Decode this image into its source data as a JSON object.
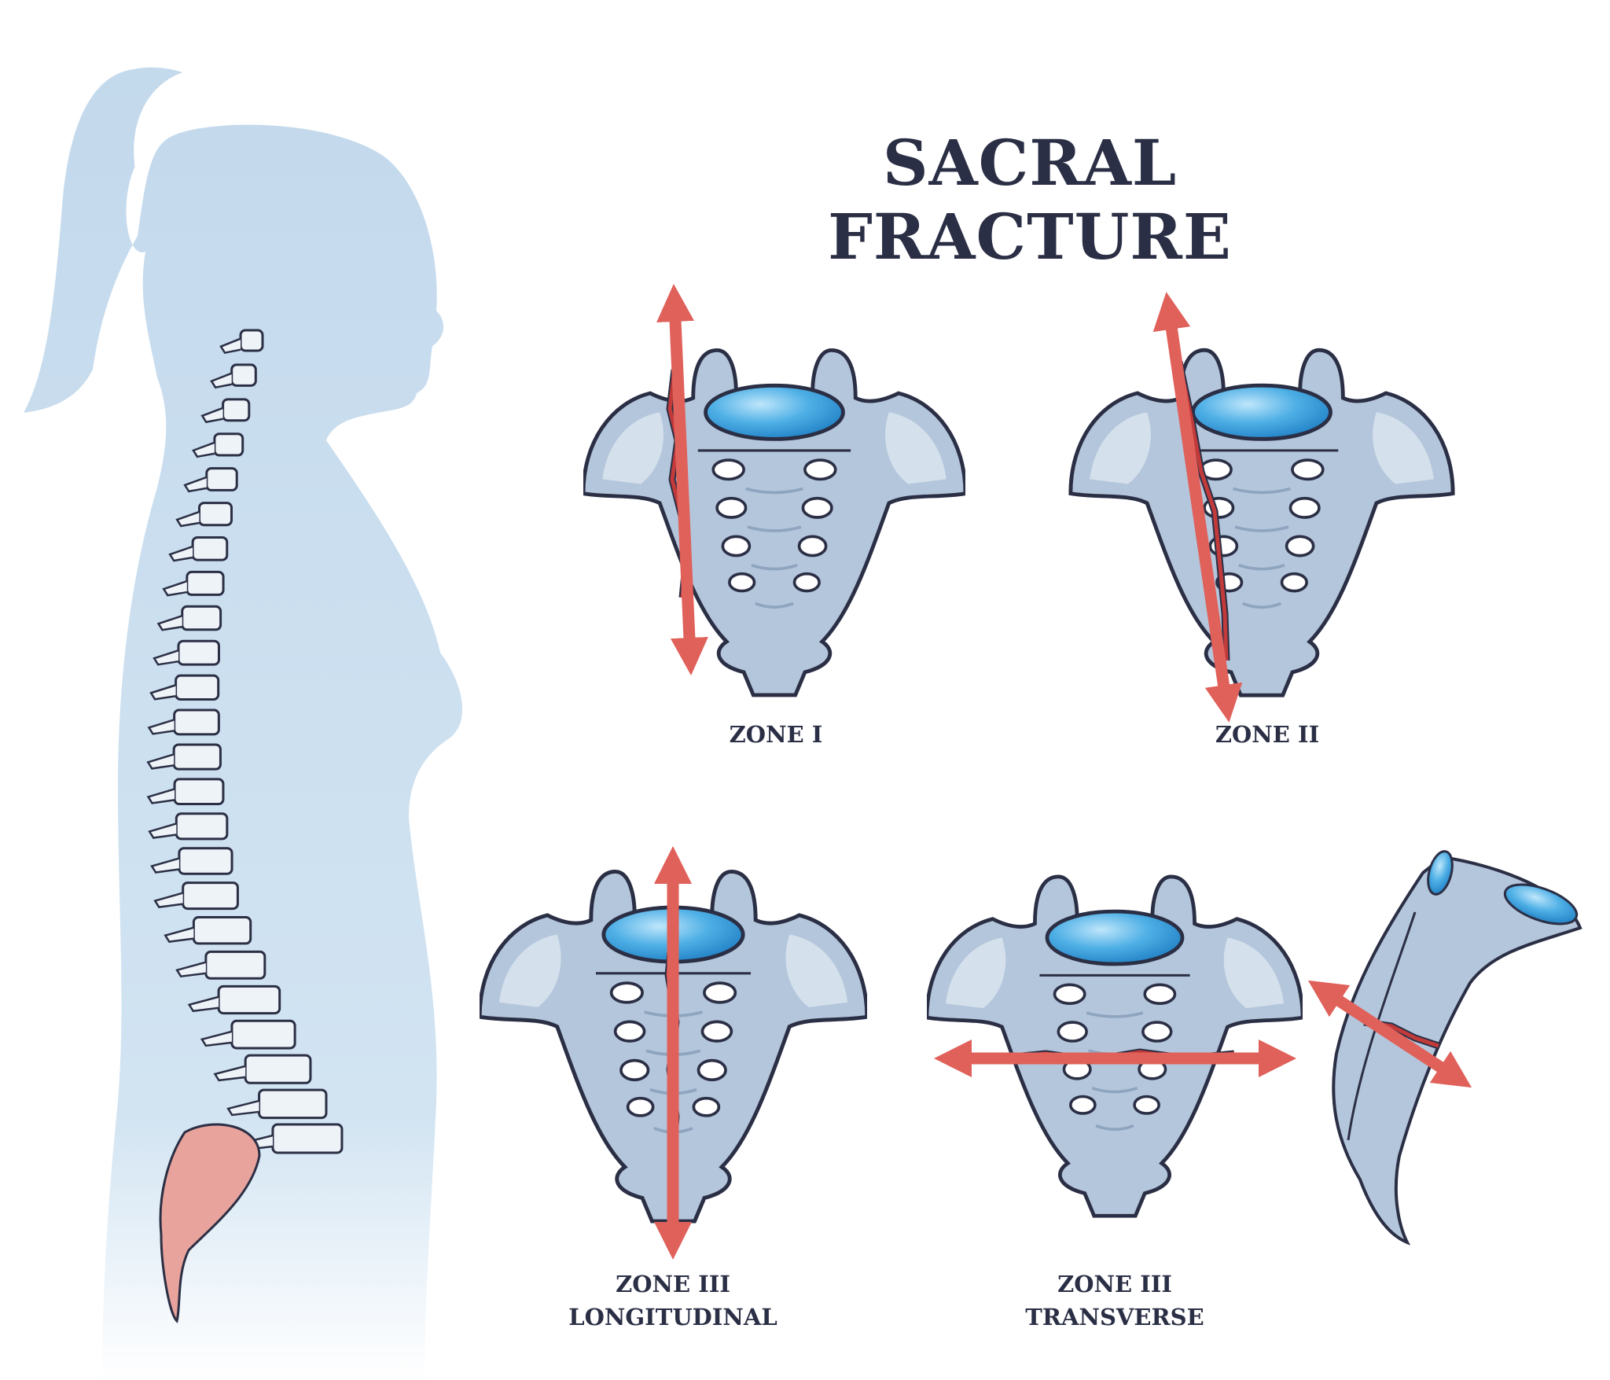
{
  "title": "SACRAL FRACTURE",
  "zones": [
    {
      "line1": "ZONE I"
    },
    {
      "line1": "ZONE II"
    },
    {
      "line1": "ZONE III",
      "line2": "LONGITUDINAL"
    },
    {
      "line1": "ZONE III",
      "line2": "TRANSVERSE"
    }
  ],
  "colors": {
    "silhouette": "#c6dcee",
    "bone": "#b4c6db",
    "bone_outline": "#2b2f45",
    "disc": "#3da4e0",
    "fracture": "#c23a3a",
    "arrow": "#e0605a",
    "sacrum_highlight": "#e8a39c"
  }
}
